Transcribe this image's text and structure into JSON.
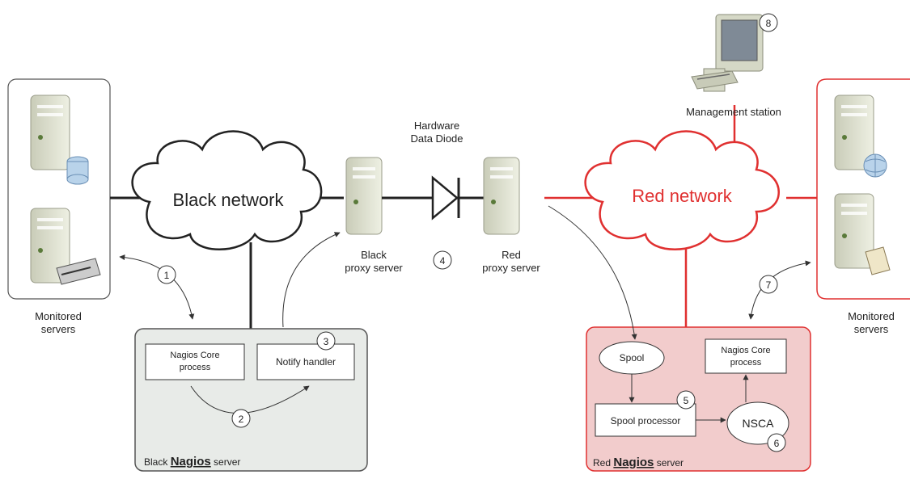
{
  "colors": {
    "black_line": "#222222",
    "red_line": "#e03030",
    "red_text": "#e03030",
    "black_box_fill": "#e8ebe8",
    "red_box_fill": "#f2cccc",
    "server_body": "#d9dccb",
    "server_front": "#f0f1e6"
  },
  "labels": {
    "hardware_diode": [
      "Hardware",
      "Data Diode"
    ],
    "management_station": "Management station",
    "black_network": "Black network",
    "red_network": "Red network",
    "black_proxy": [
      "Black",
      "proxy server"
    ],
    "red_proxy": [
      "Red",
      "proxy server"
    ],
    "monitored_left": [
      "Monitored",
      "servers"
    ],
    "monitored_right": [
      "Monitored",
      "servers"
    ]
  },
  "black_server": {
    "core_process": [
      "Nagios Core",
      "process"
    ],
    "notify_handler": "Notify handler",
    "caption_prefix": "Black ",
    "caption_brand": "Nagios",
    "caption_suffix": " server"
  },
  "red_server": {
    "spool": "Spool",
    "spool_processor": "Spool processor",
    "nsca": "NSCA",
    "core_process": [
      "Nagios Core",
      "process"
    ],
    "caption_prefix": "Red ",
    "caption_brand": "Nagios",
    "caption_suffix": " server"
  },
  "steps": [
    "1",
    "2",
    "3",
    "4",
    "5",
    "6",
    "7",
    "8"
  ]
}
